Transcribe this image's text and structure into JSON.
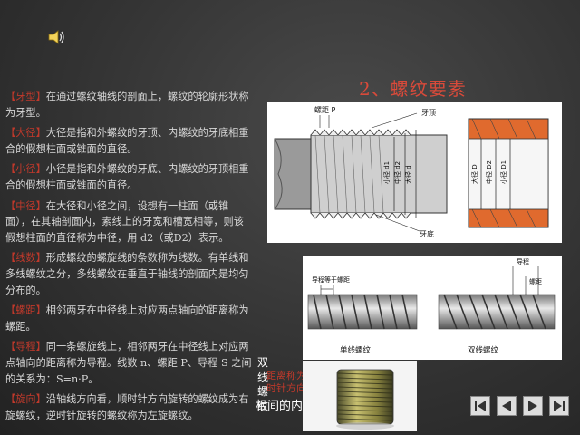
{
  "title": "2、螺纹要素",
  "definitions": [
    {
      "term": "【牙型】",
      "text": "在通过螺纹轴线的剖面上，螺纹的轮廓形状称为牙型。"
    },
    {
      "term": "【大径】",
      "text": "大径是指和外螺纹的牙顶、内螺纹的牙底相重合的假想柱面或锥面的直径。"
    },
    {
      "term": "【小径】",
      "text": "小径是指和外螺纹的牙底、内螺纹的牙顶相重合的假想柱面或锥面的直径。"
    },
    {
      "term": "【中径】",
      "text": "在大径和小径之间，设想有一柱面（或锥面），在其轴剖面内，素线上的牙宽和槽宽相等，则该假想柱面的直径称为中径，用 d2（或D2）表示。"
    },
    {
      "term": "【线数】",
      "text": "形成螺纹的螺旋线的条数称为线数。有单线和多线螺纹之分，多线螺纹在垂直于轴线的剖面内是均匀分布的。"
    },
    {
      "term": "【螺距】",
      "text": "相邻两牙在中径线上对应两点轴向的距离称为螺距。"
    },
    {
      "term": "【导程】",
      "text": "同一条螺旋线上，相邻两牙在中径线上对应两点轴向的距离称为导程。线数 n、螺距 P、导程 S 之间的关系为：S=n·P。"
    },
    {
      "term": "【旋向】",
      "text": "沿轴线方向看，顺时针方向旋转的螺纹成为右旋螺纹，逆时针旋转的螺纹称为左旋螺纹。"
    }
  ],
  "diagram_labels": {
    "pitch": "螺距 P",
    "crest": "牙顶",
    "root": "牙底",
    "ext_minor": "小径 d1",
    "ext_pitch": "中径 d2",
    "ext_major": "大径 d",
    "int_major": "大径 D",
    "int_pitch": "中径 D2",
    "int_minor": "小径 D1"
  },
  "photo_labels": {
    "lead_equals_pitch": "导程等于螺距",
    "pitch": "螺距",
    "lead": "导程",
    "pitch2": "螺距"
  },
  "captions": {
    "single": "单线螺纹",
    "double": "双线螺纹"
  },
  "overlay": {
    "vertical": [
      "双",
      "线",
      "螺",
      "纹"
    ],
    "ghost1": "距离称为",
    "ghost2": "时针方向",
    "inner": "相间的内"
  },
  "nav": [
    "first",
    "prev",
    "next",
    "last"
  ],
  "colors": {
    "accent": "#c0392b",
    "title": "#d94a3a",
    "body": "#d8d8d8"
  }
}
